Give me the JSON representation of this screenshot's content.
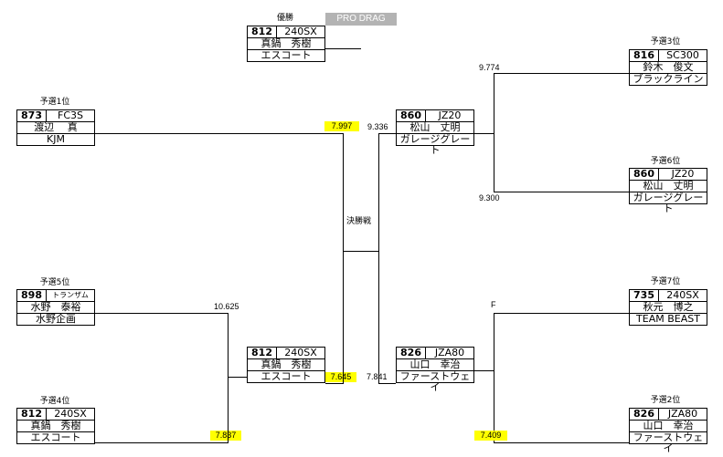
{
  "winner": {
    "header": "優勝",
    "badge": "PRO DRAG",
    "num": "812",
    "car": "240SX",
    "driver": "真鍋　秀樹",
    "team": "エスコート"
  },
  "final_label": "決勝戦",
  "left": {
    "q1": {
      "header": "予選1位",
      "num": "873",
      "car": "FC3S",
      "driver": "渡辺　 真",
      "team": "KJM"
    },
    "q5": {
      "header": "予選5位",
      "num": "898",
      "car": "トランザム",
      "driver": "水野　泰裕",
      "team": "水野企画"
    },
    "q4": {
      "header": "予選4位",
      "num": "812",
      "car": "240SX",
      "driver": "真鍋　秀樹",
      "team": "エスコート"
    },
    "semi": {
      "num": "812",
      "car": "240SX",
      "driver": "真鍋　秀樹",
      "team": "エスコート"
    }
  },
  "right": {
    "q3": {
      "header": "予選3位",
      "num": "816",
      "car": "SC300",
      "driver": "鈴木　俊文",
      "team": "ブラックライン"
    },
    "q6": {
      "header": "予選6位",
      "num": "860",
      "car": "JZ20",
      "driver": "松山　丈明",
      "team": "ガレージグレート"
    },
    "q7": {
      "header": "予選7位",
      "num": "735",
      "car": "240SX",
      "driver": "秋元　博之",
      "team": "TEAM BEAST"
    },
    "q2": {
      "header": "予選2位",
      "num": "826",
      "car": "JZA80",
      "driver": "山口　幸治",
      "team": "ファーストウェイ"
    },
    "semi1": {
      "num": "860",
      "car": "JZ20",
      "driver": "松山　丈明",
      "team": "ガレージグレート"
    },
    "semi2": {
      "num": "826",
      "car": "JZA80",
      "driver": "山口　幸治",
      "team": "ファーストウェイ"
    }
  },
  "times": {
    "q1": "7.997",
    "q5": "10.625",
    "q4": "7.837",
    "left_semi": "7.645",
    "q3": "9.774",
    "q6": "9.300",
    "q7": "F",
    "q2": "7.409",
    "right_semi1": "9.336",
    "right_semi2": "7.841"
  },
  "colors": {
    "highlight": "#ffff00",
    "badge": "#b3b3b3"
  }
}
